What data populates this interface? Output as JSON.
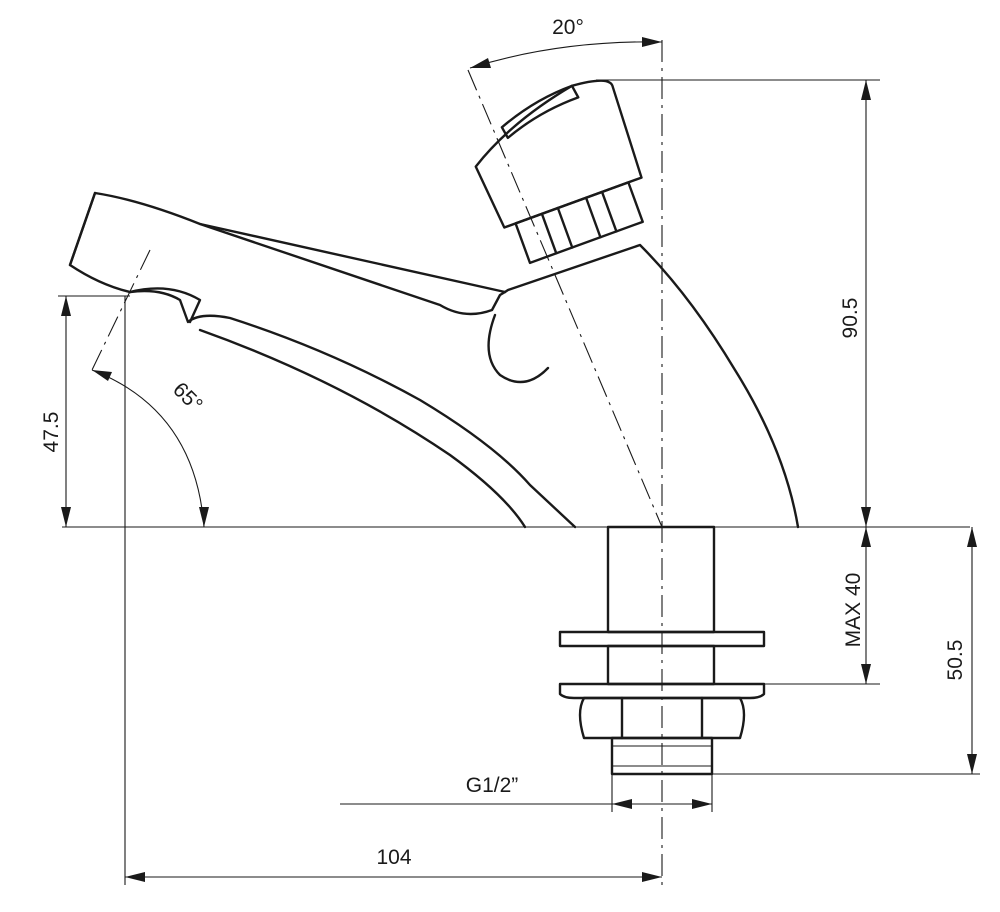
{
  "dimensions": {
    "top_angle": "20°",
    "spout_angle": "65°",
    "overall_height": "90.5",
    "spout_height": "47.5",
    "max_thickness": "MAX 40",
    "shank_length": "50.5",
    "thread_size": "G1/2”",
    "projection": "104"
  }
}
